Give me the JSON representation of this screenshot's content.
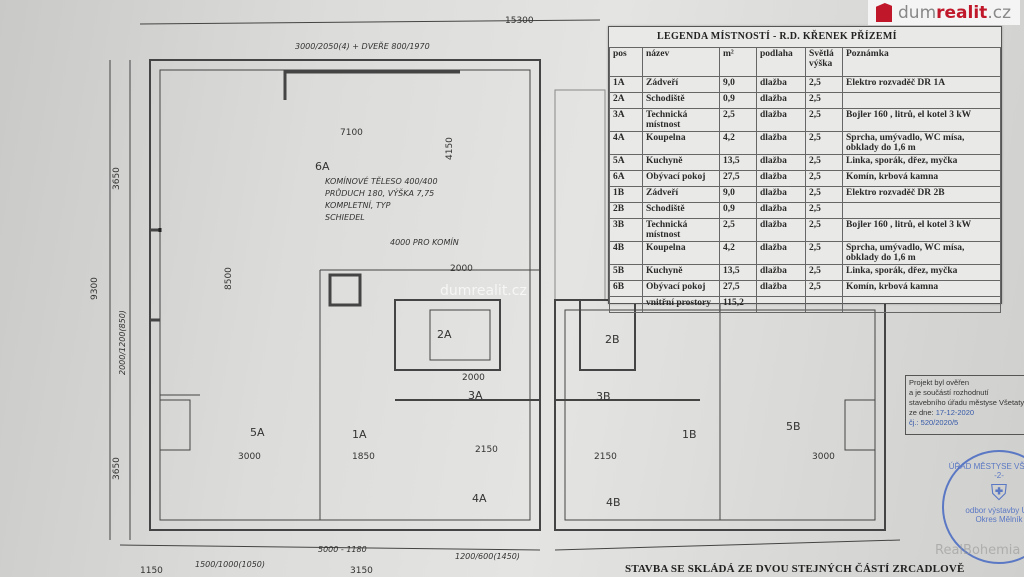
{
  "logo": {
    "brand_plain": "dum",
    "brand_bold": "realit",
    "brand_tld": ".cz"
  },
  "watermark": "dumrealit.cz",
  "legend": {
    "title": "LEGENDA MÍSTNOSTÍ - R.D. KŘENEK PŘÍZEMÍ",
    "headers": {
      "pos": "pos",
      "nazev": "název",
      "m2": "m²",
      "podlaha": "podlaha",
      "vyska": "Světlá výška",
      "poznamka": "Poznámka"
    },
    "rows": [
      {
        "pos": "1A",
        "nazev": "Zádveří",
        "m2": "9,0",
        "podlaha": "dlažba",
        "vyska": "2,5",
        "poznamka": "Elektro rozvaděč DR 1A"
      },
      {
        "pos": "2A",
        "nazev": "Schodiště",
        "m2": "0,9",
        "podlaha": "dlažba",
        "vyska": "2,5",
        "poznamka": ""
      },
      {
        "pos": "3A",
        "nazev": "Technická místnost",
        "m2": "2,5",
        "podlaha": "dlažba",
        "vyska": "2,5",
        "poznamka": "Bojler 160 , litrů, el kotel 3 kW"
      },
      {
        "pos": "4A",
        "nazev": "Koupelna",
        "m2": "4,2",
        "podlaha": "dlažba",
        "vyska": "2,5",
        "poznamka": "Sprcha, umývadlo, WC mísa, obklady do 1,6 m"
      },
      {
        "pos": "5A",
        "nazev": "Kuchyně",
        "m2": "13,5",
        "podlaha": "dlažba",
        "vyska": "2,5",
        "poznamka": "Linka, sporák, dřez, myčka"
      },
      {
        "pos": "6A",
        "nazev": "Obývací pokoj",
        "m2": "27,5",
        "podlaha": "dlažba",
        "vyska": "2,5",
        "poznamka": "Komín, krbová kamna"
      },
      {
        "pos": "1B",
        "nazev": "Zádveří",
        "m2": "9,0",
        "podlaha": "dlažba",
        "vyska": "2,5",
        "poznamka": "Elektro rozvaděč DR 2B"
      },
      {
        "pos": "2B",
        "nazev": "Schodiště",
        "m2": "0,9",
        "podlaha": "dlažba",
        "vyska": "2,5",
        "poznamka": ""
      },
      {
        "pos": "3B",
        "nazev": "Technická místnost",
        "m2": "2,5",
        "podlaha": "dlažba",
        "vyska": "2,5",
        "poznamka": "Bojler 160 , litrů, el kotel 3 kW"
      },
      {
        "pos": "4B",
        "nazev": "Koupelna",
        "m2": "4,2",
        "podlaha": "dlažba",
        "vyska": "2,5",
        "poznamka": "Sprcha, umývadlo, WC mísa, obklady do 1,6 m"
      },
      {
        "pos": "5B",
        "nazev": "Kuchyně",
        "m2": "13,5",
        "podlaha": "dlažba",
        "vyska": "2,5",
        "poznamka": "Linka, sporák, dřez, myčka"
      },
      {
        "pos": "6B",
        "nazev": "Obývací pokoj",
        "m2": "27,5",
        "podlaha": "dlažba",
        "vyska": "2,5",
        "poznamka": "Komín, krbová kamna"
      }
    ],
    "total": {
      "label": "vnitřní prostory",
      "m2": "115,2"
    }
  },
  "plan": {
    "rooms": {
      "r5A": "5A",
      "r1A": "1A",
      "r2A": "2A",
      "r3A": "3A",
      "r4A": "4A",
      "r6A": "6A",
      "r1B": "1B",
      "r2B": "2B",
      "r3B": "3B",
      "r4B": "4B",
      "r5B": "5B"
    },
    "dims": {
      "top": "15300",
      "top_window": "3000/2050(4) + DVEŘE 800/1970",
      "w7100": "7100",
      "h9300": "9300",
      "h3650": "3650",
      "h8500": "8500",
      "h4150": "4150",
      "left_window": "2000/1200(850)",
      "d4000": "4000 PRO KOMÍN",
      "d2000a": "2000",
      "d2000b": "2000",
      "d3000a": "3000",
      "d3000b": "3000",
      "d1850": "1850",
      "d2150a": "2150",
      "d2150b": "2150",
      "b1150": "1150",
      "b3150": "3150",
      "b1500": "1500/1000(1050)",
      "b1200": "1200/600(1450)",
      "b5000": "5000 - 1180",
      "h3650b": "3650"
    },
    "chimney_note": [
      "KOMÍNOVÉ TĚLESO 400/400",
      "PRŮDUCH 180, VÝŠKA 7,75",
      "KOMPLETNÍ, TYP",
      "SCHIEDEL"
    ]
  },
  "approval": {
    "line1": "Projekt byl ověřen",
    "line2": "a je součástí rozhodnutí",
    "line3": "stavebního úřadu městyse Všetaty",
    "date_label": "ze dne:",
    "date": "17-12-2020",
    "ref": "čj.: 520/2020/5"
  },
  "stamp": {
    "top": "ÚŘAD MĚSTYSE VŠETATY",
    "num": "-2-",
    "bottom": "odbor výstavby ÚP",
    "district": "Okres Mělník"
  },
  "footer": "STAVBA SE SKLÁDÁ ZE DVOU STEJNÝCH ČÁSTÍ ZRCADLOVĚ",
  "bottom_watermark": "RealBohemia"
}
